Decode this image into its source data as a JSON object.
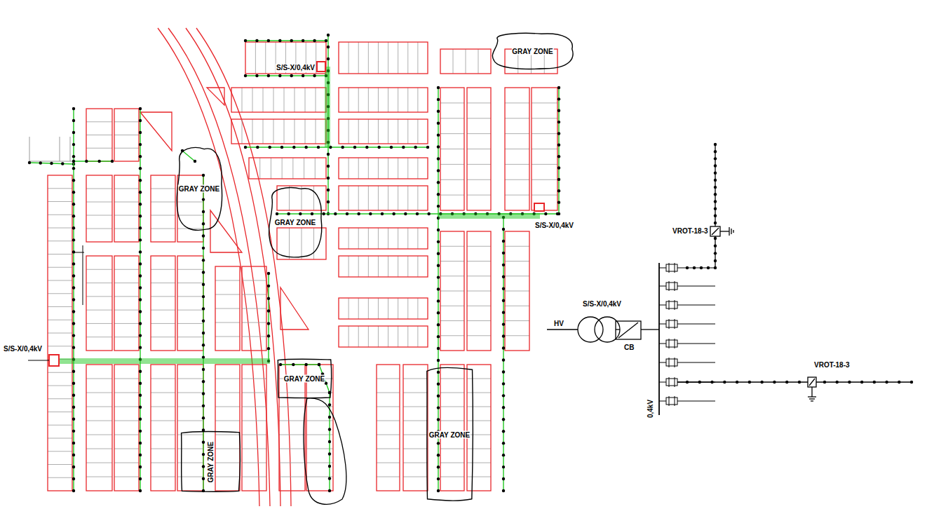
{
  "diagram": {
    "nodes": [
      {
        "text": [
          "GRAY ZONE"
        ]
      },
      {
        "text": [
          "GRAY ZONE"
        ]
      },
      {
        "text": [
          "GRAY ZONE"
        ]
      },
      {
        "text": [
          "GRAY ZONE"
        ]
      },
      {
        "text": [
          "GRAY ZONE"
        ]
      },
      {
        "text": [
          "GRAY ZONE"
        ]
      }
    ],
    "labels": [
      "S/S-X/0,4kV",
      "S/S-X/0,4kV",
      "S/S-X/0,4kV",
      "VROT-18-3",
      "S/S-X/0,4kV",
      "HV",
      "CB",
      "0,4kV",
      "VROT-18-3"
    ]
  }
}
